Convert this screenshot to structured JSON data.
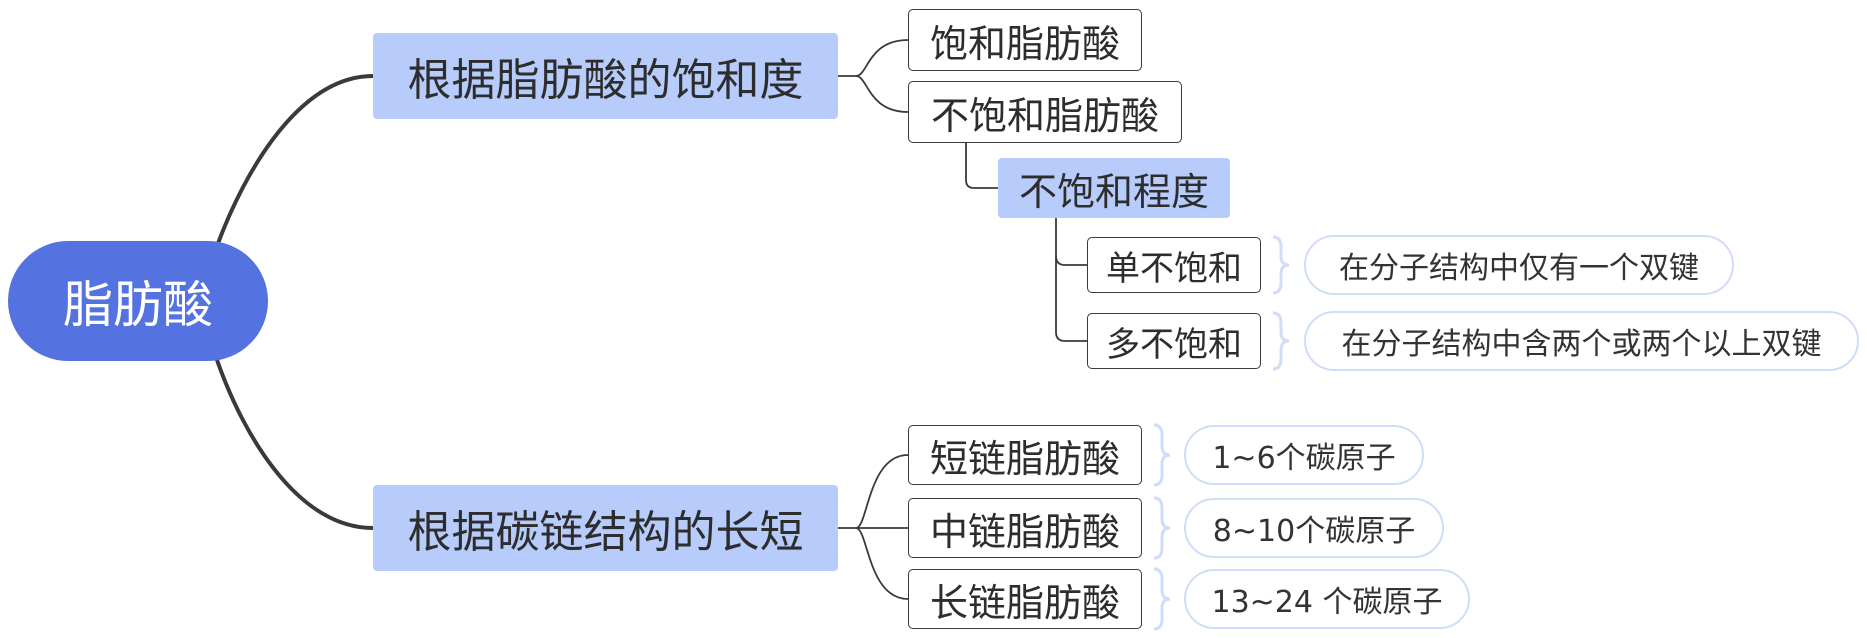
{
  "root": {
    "label": "脂肪酸"
  },
  "saturation": {
    "label": "根据脂肪酸的饱和度",
    "saturated": "饱和脂肪酸",
    "unsaturated": "不饱和脂肪酸",
    "degree": {
      "label": "不饱和程度",
      "mono": {
        "label": "单不饱和",
        "note": "在分子结构中仅有一个双键"
      },
      "poly": {
        "label": "多不饱和",
        "note": "在分子结构中含两个或两个以上双键"
      }
    }
  },
  "chain": {
    "label": "根据碳链结构的长短",
    "items": [
      {
        "label": "短链脂肪酸",
        "note": "1~6个碳原子"
      },
      {
        "label": "中链脂肪酸",
        "note": "8~10个碳原子"
      },
      {
        "label": "长链脂肪酸",
        "note": "13~24 个碳原子"
      }
    ]
  },
  "colors": {
    "root": "#5472e0",
    "branch_fill": "#b7ccfb",
    "node_border": "#3a3a3a",
    "note_border": "#cfdcfa",
    "connector": "#3a3a3a"
  }
}
